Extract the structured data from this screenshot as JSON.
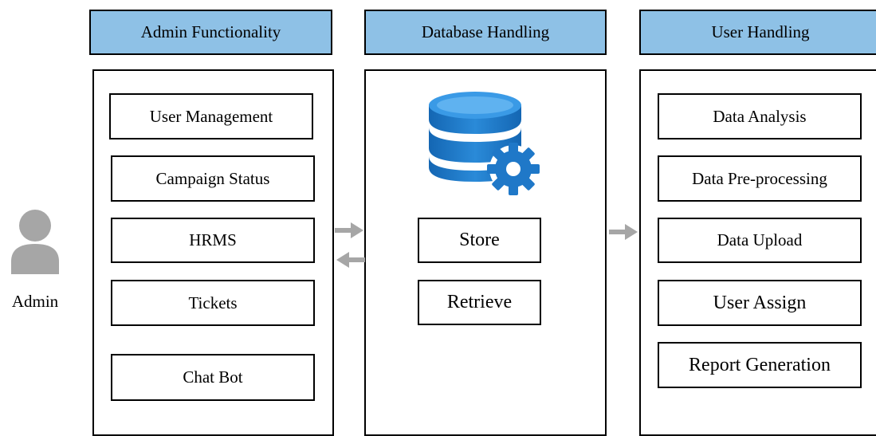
{
  "admin": {
    "label": "Admin",
    "icon": "user-icon"
  },
  "columns": [
    {
      "title": "Admin Functionality",
      "items": [
        "User Management",
        "Campaign Status",
        "HRMS",
        "Tickets",
        "Chat Bot"
      ]
    },
    {
      "title": "Database Handling",
      "icon": "database-gear-icon",
      "items": [
        "Store",
        "Retrieve"
      ]
    },
    {
      "title": "User Handling",
      "items": [
        "Data Analysis",
        "Data Pre-processing",
        "Data Upload",
        "User Assign",
        "Report Generation"
      ]
    }
  ],
  "colors": {
    "header_fill": "#8ec1e6",
    "arrow": "#a6a6a6",
    "db_blue": "#1f78c8",
    "person_gray": "#a6a6a6"
  }
}
